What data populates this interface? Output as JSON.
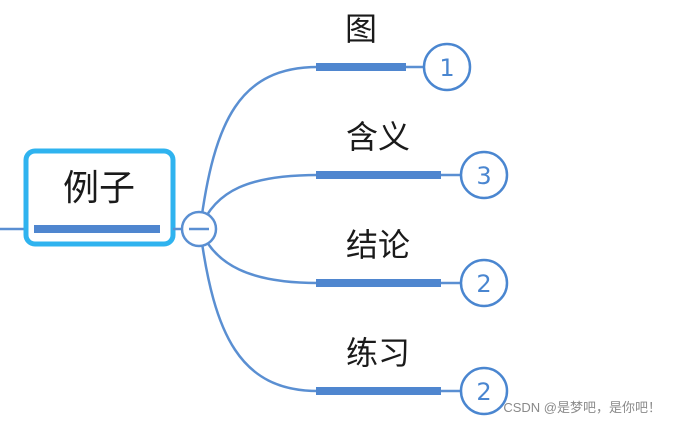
{
  "central_topic": {
    "label": "例子"
  },
  "collapse_symbol": "—",
  "branches": [
    {
      "label": "图",
      "count": "1"
    },
    {
      "label": "含义",
      "count": "3"
    },
    {
      "label": "结论",
      "count": "2"
    },
    {
      "label": "练习",
      "count": "2"
    }
  ],
  "colors": {
    "line": "#5a8fd2",
    "center_border": "#2fb3ef",
    "underline": "#4f86cf",
    "count": "#4a86d0"
  },
  "watermark": "CSDN @是梦吧，是你吧！"
}
